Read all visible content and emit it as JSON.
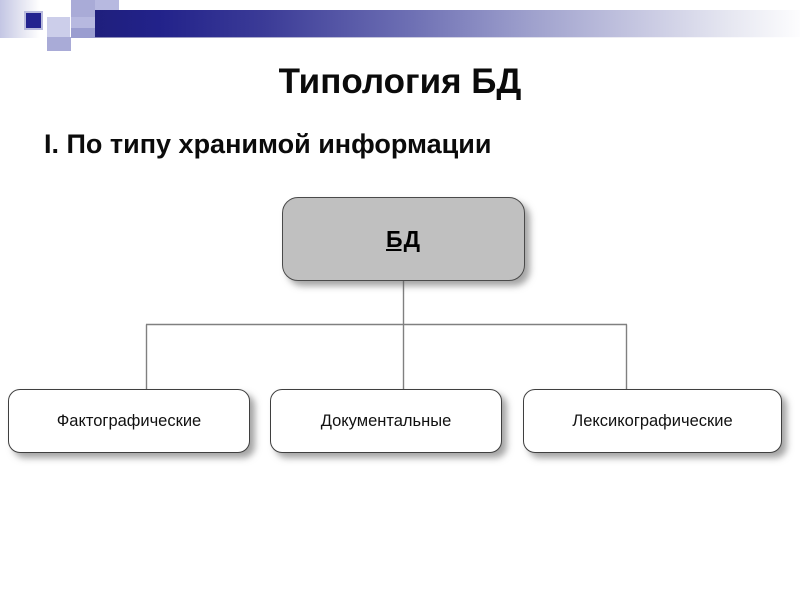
{
  "slide": {
    "title": "Типология БД",
    "subtitle": "I. По типу хранимой информации"
  },
  "decoration": {
    "header_bar_start_color": "#1F1F7D",
    "header_bar_end_color": "#FFFFFF",
    "square_navy": "#23238F",
    "square_lavender": "#A9ABD7"
  },
  "diagram": {
    "type": "tree",
    "root": {
      "label": "БД",
      "fill": "#C0C0C0",
      "border": "#4A4A4A",
      "underlined": true,
      "bold": true
    },
    "children": [
      {
        "label": "Фактографические",
        "fill": "#FFFFFF",
        "border": "#3F3F3F"
      },
      {
        "label": "Документальные",
        "fill": "#FFFFFF",
        "border": "#3F3F3F"
      },
      {
        "label": "Лексикографические",
        "fill": "#FFFFFF",
        "border": "#3F3F3F"
      }
    ],
    "connector_color": "#808080"
  }
}
